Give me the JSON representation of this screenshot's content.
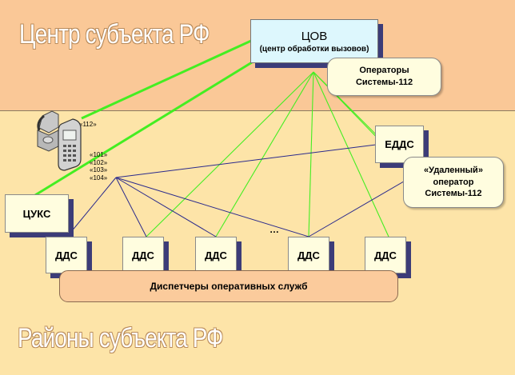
{
  "regions": {
    "center_title": "Центр субъекта РФ",
    "districts_title": "Районы субъекта РФ"
  },
  "nodes": {
    "cov": {
      "title": "ЦОВ",
      "subtitle": "(центр обработки вызовов)"
    },
    "operators_112": "Операторы\nСистемы-112",
    "eddc": "ЕДДС",
    "remote_operator": "«Удаленный»\nоператор\nСистемы-112",
    "cuks": "ЦУКС",
    "dds": [
      "ДДС",
      "ДДС",
      "ДДС",
      "ДДС",
      "ДДС"
    ],
    "dispatchers": "Диспетчеры оперативных служб",
    "ellipsis": "…"
  },
  "phone": {
    "label_112": "«112»",
    "labels_10x": "«101»\n«102»\n«103»\n«104»",
    "icon": "phone-handset-icon"
  },
  "colors": {
    "zone_top": "#fac897",
    "zone_bottom": "#fde4a8",
    "green_link": "#44ee22",
    "blue_link": "#2a2a8c",
    "box_shadow": "#3c3c78",
    "cov_fill": "#ddf7fd",
    "box_fill": "#fffddf",
    "dispatchers_fill": "#fbcb9c"
  }
}
